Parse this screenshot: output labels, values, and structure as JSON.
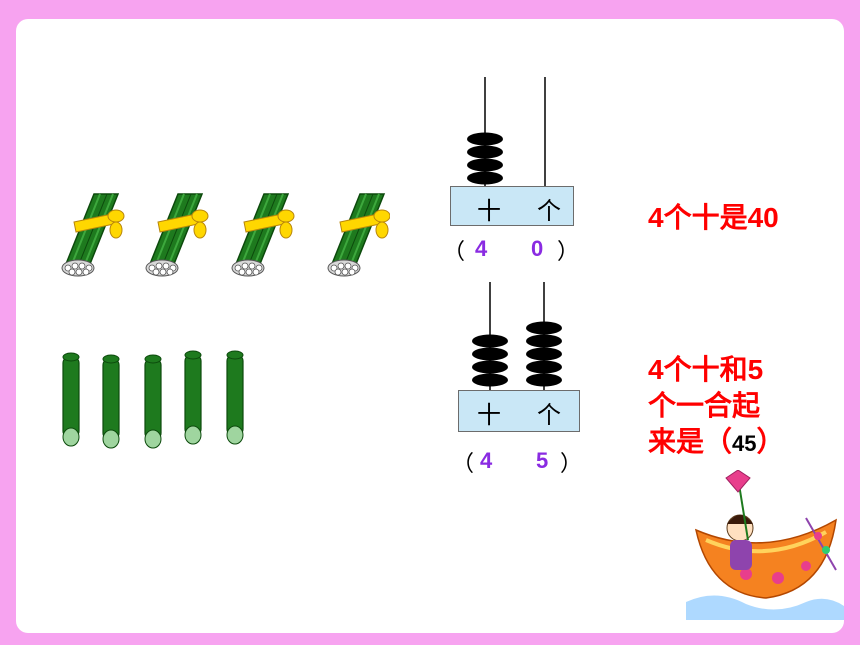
{
  "abacus1": {
    "tens_label": "十",
    "ones_label": "个",
    "tens_beads": 4,
    "ones_beads": 0,
    "open_paren": "（",
    "tens_value": "4",
    "ones_value": "0",
    "close_paren": "）"
  },
  "abacus2": {
    "tens_label": "十",
    "ones_label": "个",
    "tens_beads": 4,
    "ones_beads": 5,
    "open_paren": "（",
    "tens_value": "4",
    "ones_value": "5",
    "close_paren": "）"
  },
  "statement1": "4个十是40",
  "statement2": {
    "line1": "4个十和5",
    "line2": "个一合起",
    "line3_prefix": "来是（",
    "answer": "45",
    "line3_suffix": "）"
  },
  "colors": {
    "frame": "#f7a3f0",
    "stick_green": "#1e7a1e",
    "ribbon": "#ffd700",
    "highlight": "#ff0000",
    "digit": "#8a2be2"
  }
}
